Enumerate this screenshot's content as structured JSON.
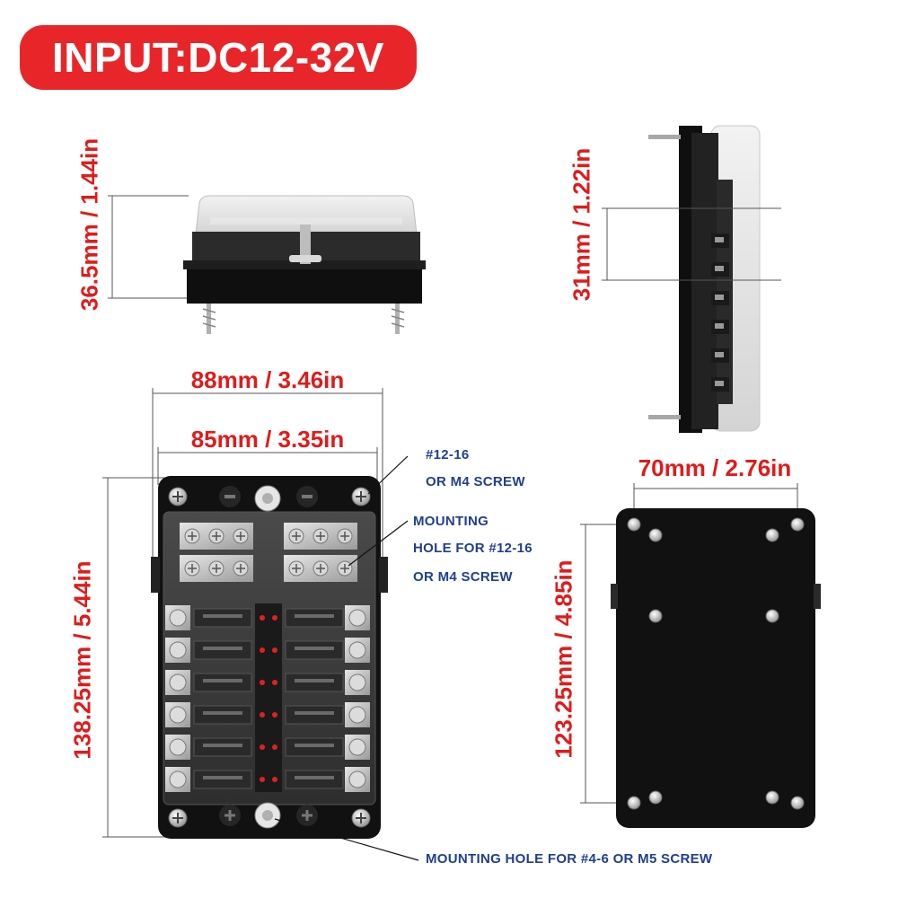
{
  "header": {
    "input_badge": "INPUT:DC12-32V"
  },
  "dimensions": {
    "side_height": "36.5mm / 1.44in",
    "profile_height": "31mm / 1.22in",
    "outer_width": "88mm / 3.46in",
    "inner_width": "85mm / 3.35in",
    "front_height": "138.25mm / 5.44in",
    "back_width": "70mm / 2.76in",
    "back_height": "123.25mm / 4.85in"
  },
  "callouts": {
    "screw_line1": "#12-16",
    "screw_line2": "OR M4 SCREW",
    "mount_line1": "MOUNTING",
    "mount_line2": "HOLE FOR #12-16",
    "mount_line3": "OR M4 SCREW",
    "bottom_mount": "MOUNTING HOLE FOR #4-6 OR M5 SCREW"
  },
  "colors": {
    "badge": "#e8262a",
    "dimension_text": "#e01b1b",
    "callout_text": "#1f3f8f",
    "housing": "#1a1a1a",
    "cover": "#3e3e3e",
    "led": "#e32020"
  },
  "fuse_panel": {
    "fuse_count": 12,
    "terminal_groups": 4
  }
}
